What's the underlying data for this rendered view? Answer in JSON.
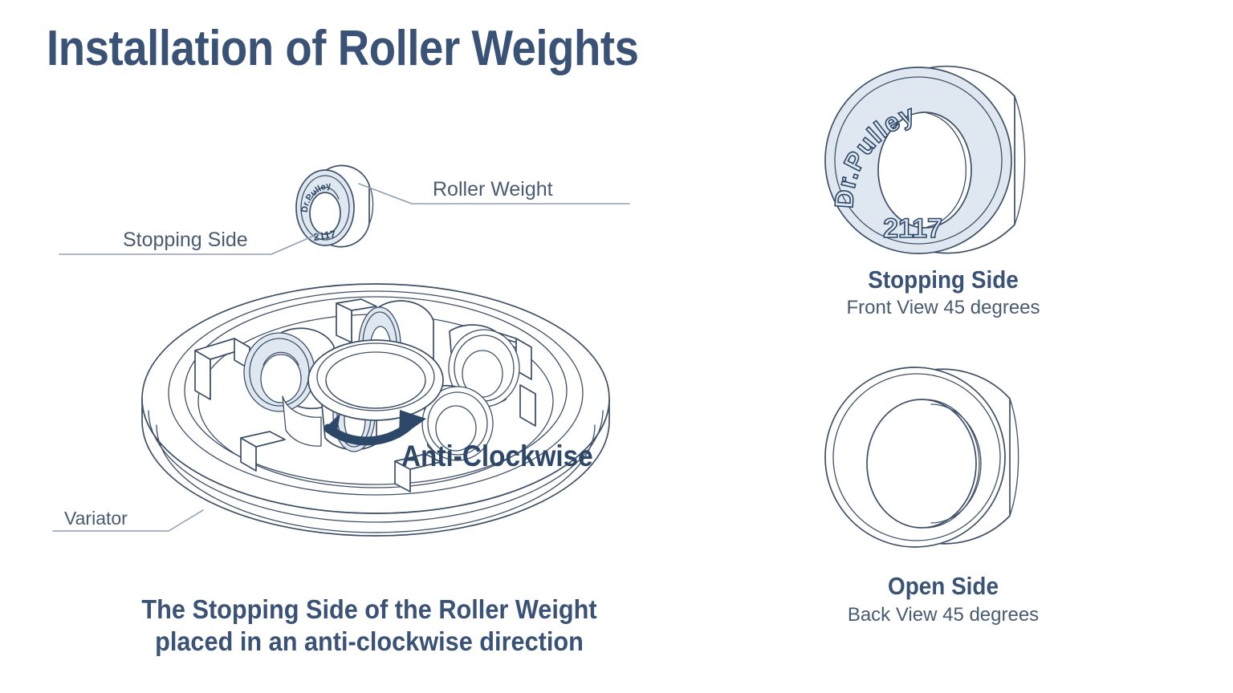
{
  "page": {
    "title": "Installation of Roller Weights",
    "background_color": "#ffffff",
    "line_color": "#3e5068",
    "accent_color": "#3a5275",
    "part_fill_color": "#dfe7f0"
  },
  "callouts": {
    "roller_weight": "Roller Weight",
    "stopping_side": "Stopping Side",
    "variator": "Variator"
  },
  "rotation": {
    "label": "Anti-Clockwise"
  },
  "caption": {
    "line1": "The Stopping Side of the Roller Weight",
    "line2": "placed in an anti-clockwise direction"
  },
  "part_marking": {
    "brand": "Dr.Pulley",
    "code": "2117"
  },
  "views": [
    {
      "id": "stopping-side",
      "heading": "Stopping Side",
      "subheading": "Front View 45 degrees",
      "brand": "Dr.Pulley",
      "code": "2117"
    },
    {
      "id": "open-side",
      "heading": "Open Side",
      "subheading": "Back View 45 degrees"
    }
  ]
}
